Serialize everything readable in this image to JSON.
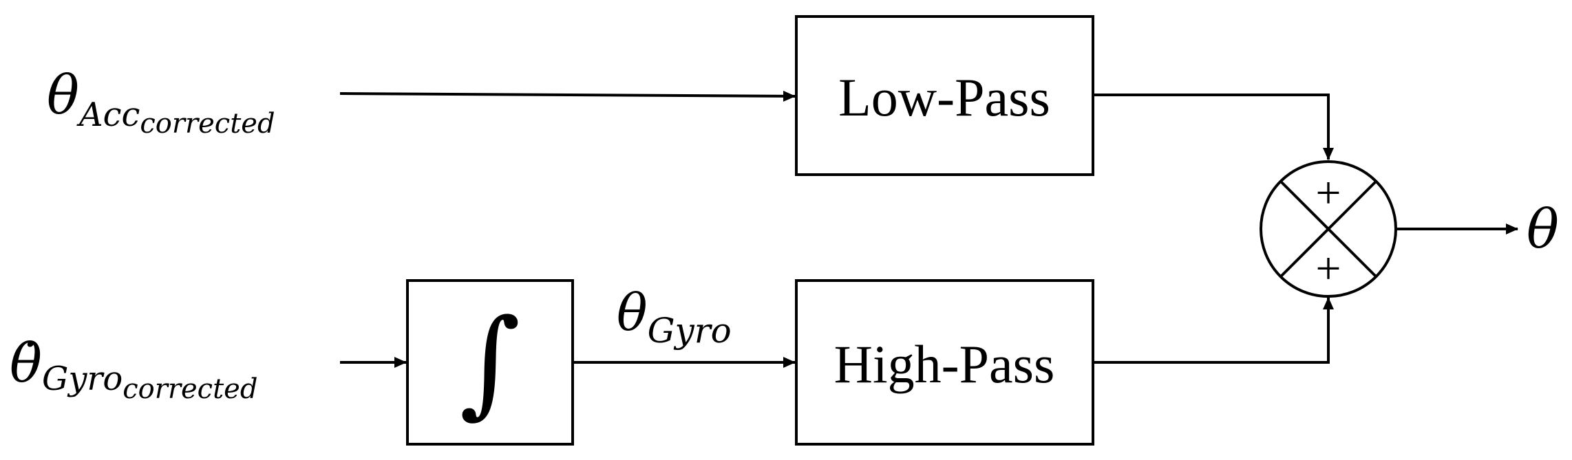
{
  "diagram": {
    "inputs": {
      "acc": {
        "symbol": "θ",
        "sub": "Acc",
        "subsub": "corrected"
      },
      "gyro": {
        "symbol": "θ̇",
        "sub": "Gyro",
        "subsub": "corrected"
      }
    },
    "blocks": {
      "low_pass": {
        "label": "Low-Pass"
      },
      "high_pass": {
        "label": "High-Pass"
      },
      "integrator": {
        "symbol": "∫"
      }
    },
    "signals": {
      "gyro_angle": {
        "symbol": "θ",
        "sub": "Gyro"
      }
    },
    "summing_junction": {
      "top_sign": "+",
      "bottom_sign": "+"
    },
    "output": {
      "symbol": "θ"
    }
  }
}
